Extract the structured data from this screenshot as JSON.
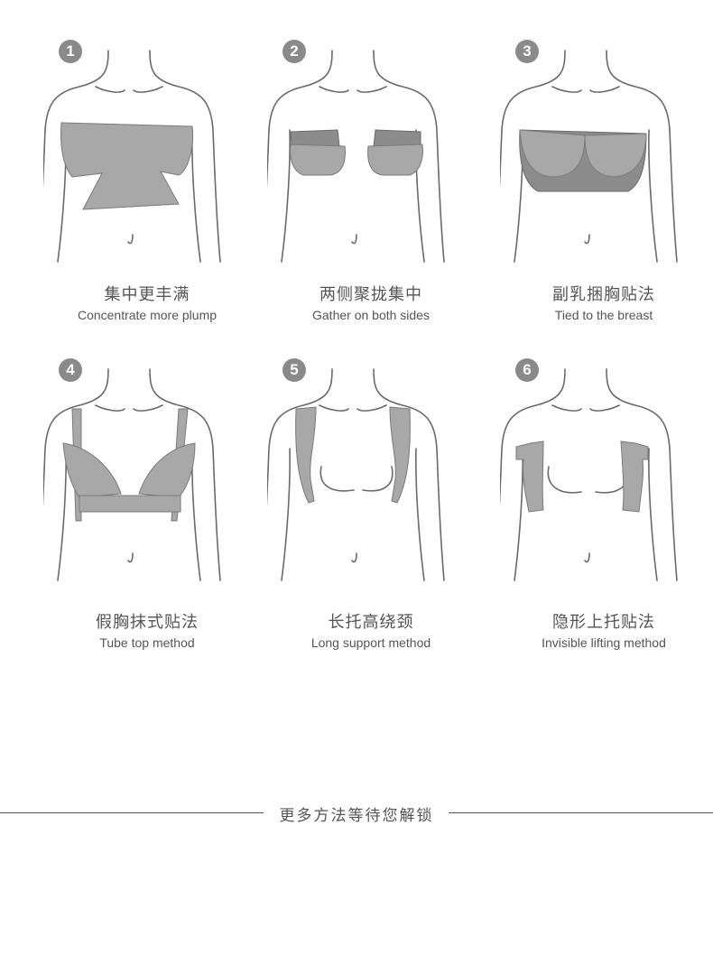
{
  "methods": [
    {
      "number": "1",
      "title_cn": "集中更丰满",
      "title_en": "Concentrate more plump"
    },
    {
      "number": "2",
      "title_cn": "两侧聚拢集中",
      "title_en": "Gather on both sides"
    },
    {
      "number": "3",
      "title_cn": "副乳捆胸贴法",
      "title_en": "Tied to the breast"
    },
    {
      "number": "4",
      "title_cn": "假胸抹式贴法",
      "title_en": "Tube top method"
    },
    {
      "number": "5",
      "title_cn": "长托高绕颈",
      "title_en": "Long support method"
    },
    {
      "number": "6",
      "title_cn": "隐形上托贴法",
      "title_en": "Invisible lifting method"
    }
  ],
  "footer": {
    "text": "更多方法等待您解锁"
  },
  "colors": {
    "badge": "#8a8a8a",
    "tape": "#a8a8a8",
    "outline": "#6a6a6a"
  }
}
